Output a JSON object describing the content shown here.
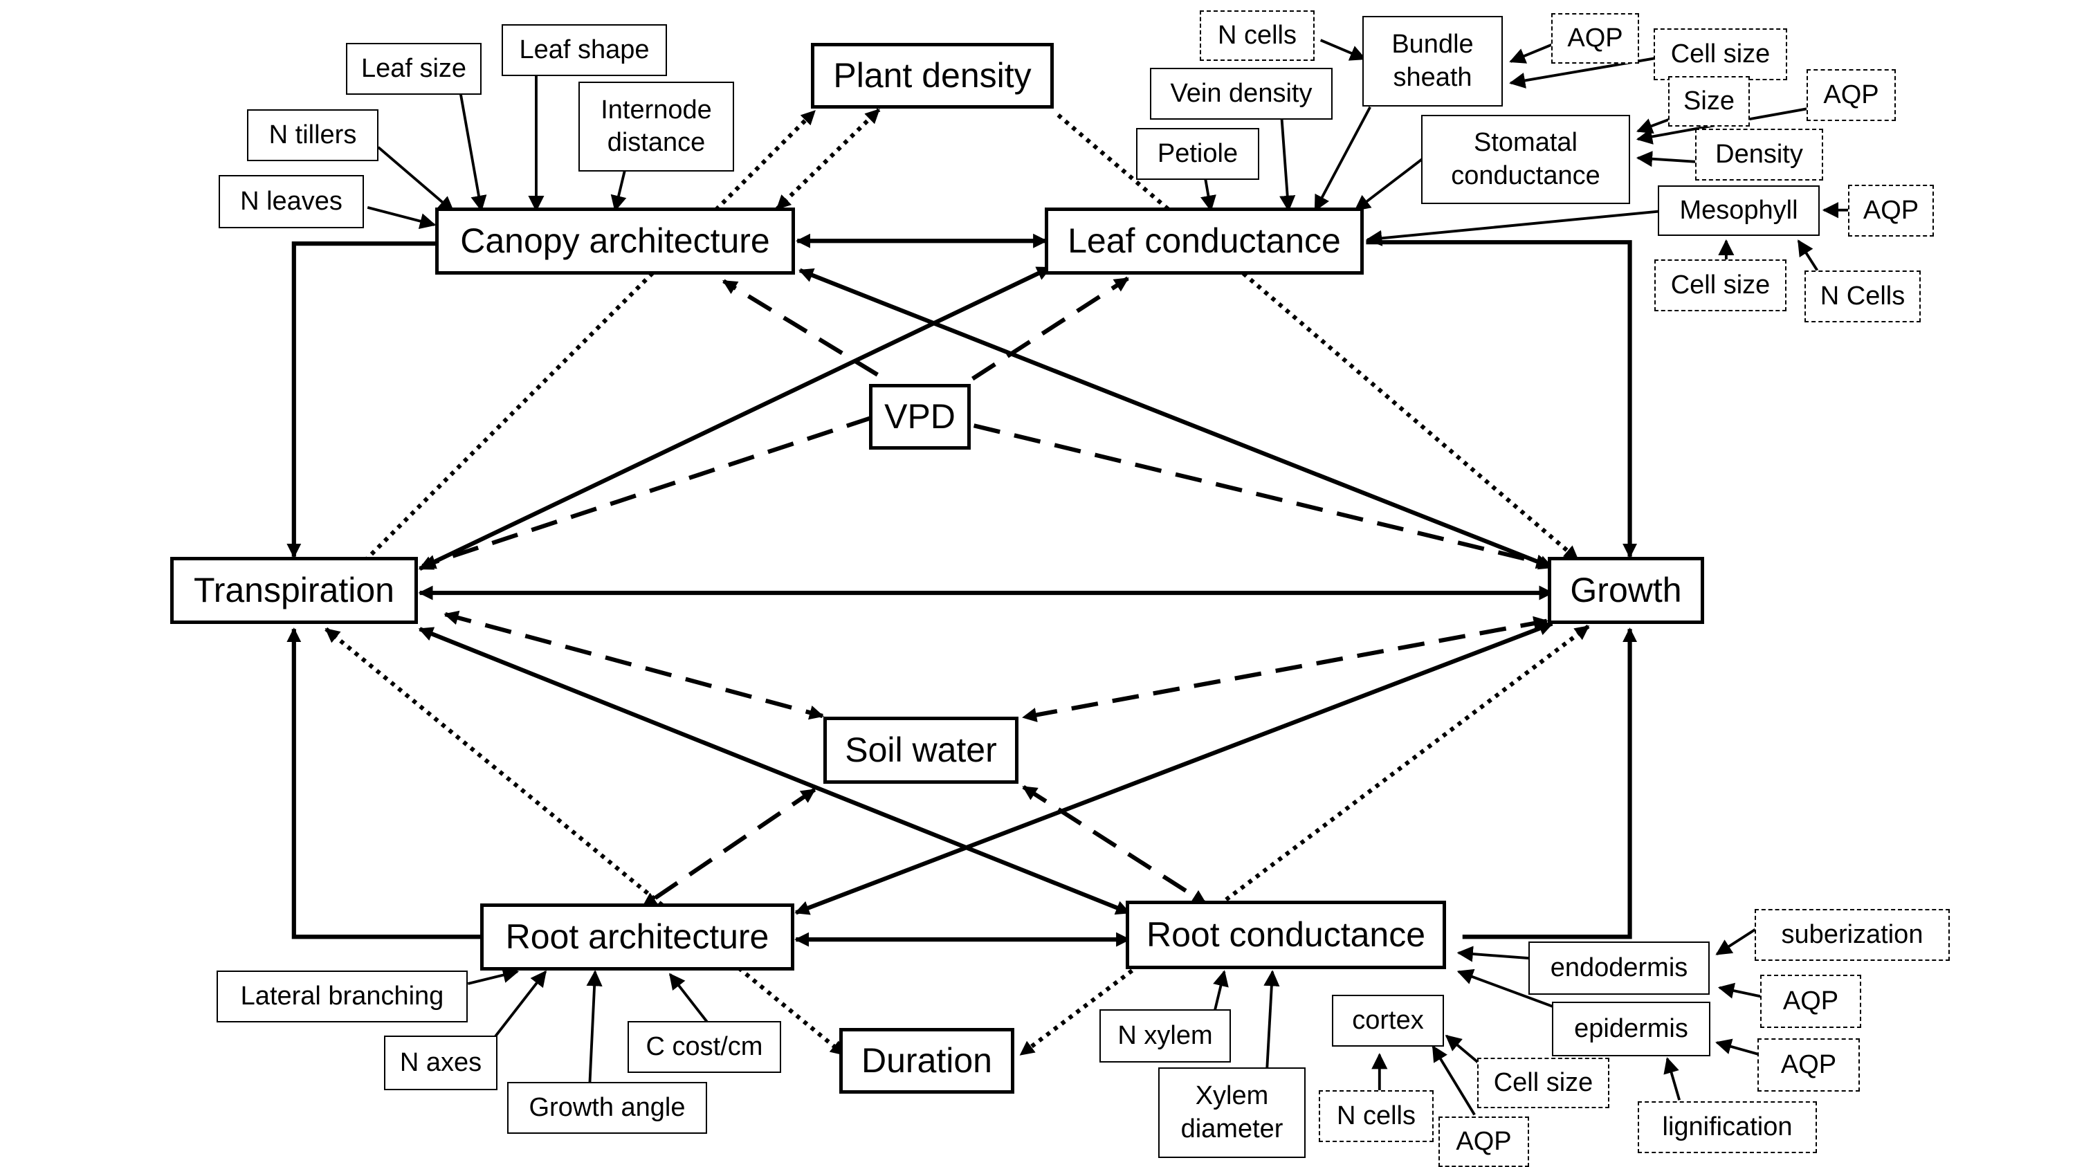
{
  "diagram": {
    "main_nodes": {
      "plant_density": "Plant density",
      "canopy_architecture": "Canopy architecture",
      "leaf_conductance": "Leaf conductance",
      "vpd": "VPD",
      "transpiration": "Transpiration",
      "growth": "Growth",
      "soil_water": "Soil water",
      "root_architecture": "Root architecture",
      "root_conductance": "Root conductance",
      "duration": "Duration"
    },
    "canopy_traits": {
      "leaf_size": "Leaf size",
      "leaf_shape": "Leaf shape",
      "n_tillers": "N tillers",
      "internode_distance": "Internode\ndistance",
      "n_leaves": "N leaves"
    },
    "leaf_traits": {
      "n_cells": "N cells",
      "bundle_sheath": "Bundle\nsheath",
      "aqp_bundle": "AQP",
      "cell_size_bundle": "Cell size",
      "vein_density": "Vein density",
      "size": "Size",
      "aqp_stomatal": "AQP",
      "petiole": "Petiole",
      "stomatal_conductance": "Stomatal\nconductance",
      "density": "Density",
      "mesophyll": "Mesophyll",
      "aqp_mesophyll": "AQP",
      "cell_size_mesophyll": "Cell size",
      "n_cells_mesophyll": "N Cells"
    },
    "root_arch_traits": {
      "lateral_branching": "Lateral branching",
      "n_axes": "N axes",
      "c_cost": "C cost/cm",
      "growth_angle": "Growth angle"
    },
    "root_cond_traits": {
      "n_xylem": "N xylem",
      "xylem_diameter": "Xylem\ndiameter",
      "cortex": "cortex",
      "n_cells": "N cells",
      "cell_size": "Cell size",
      "aqp_cortex": "AQP",
      "endodermis": "endodermis",
      "suberization": "suberization",
      "aqp_endodermis": "AQP",
      "epidermis": "epidermis",
      "aqp_epidermis": "AQP",
      "lignification": "lignification"
    }
  }
}
